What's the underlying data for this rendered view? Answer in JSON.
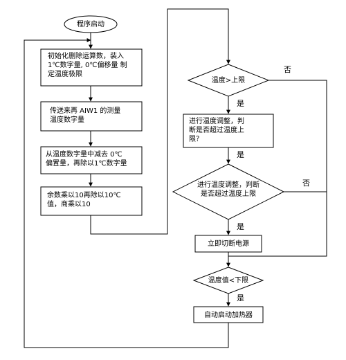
{
  "diagram": {
    "nodes": {
      "start": {
        "lines": [
          "程序启动"
        ]
      },
      "init": {
        "lines": [
          "初始化删除运算数，装入",
          "1℃数字量, 0℃偏移量 制",
          "定温度极限"
        ]
      },
      "transfer": {
        "lines": [
          "传送来再 AIW1 的测量",
          "温度数字量"
        ]
      },
      "subtract": {
        "lines": [
          "从温度数字量中减去 0℃",
          "偏置量，再除以1℃数字量"
        ]
      },
      "remainder": {
        "lines": [
          "余数乘以10再除以10℃",
          "值，商乘以10"
        ]
      },
      "check_upper": {
        "lines": [
          "温度>上限"
        ]
      },
      "adjust1": {
        "lines": [
          "进行温度调整，判",
          "断是否超过温度上",
          "限？"
        ]
      },
      "adjust2": {
        "lines": [
          "进行温度调整，判断",
          "是否超过温度上限"
        ]
      },
      "cut_power": {
        "lines": [
          "立即切断电源"
        ]
      },
      "check_lower": {
        "lines": [
          "温度值<下限"
        ]
      },
      "heater": {
        "lines": [
          "自动启动加热器"
        ]
      }
    },
    "edge_labels": {
      "upper_yes": "是",
      "upper_no": "否",
      "adjust1_yes": "是",
      "adjust2_yes": "是",
      "adjust2_no": "否",
      "lower_yes": "是"
    }
  }
}
